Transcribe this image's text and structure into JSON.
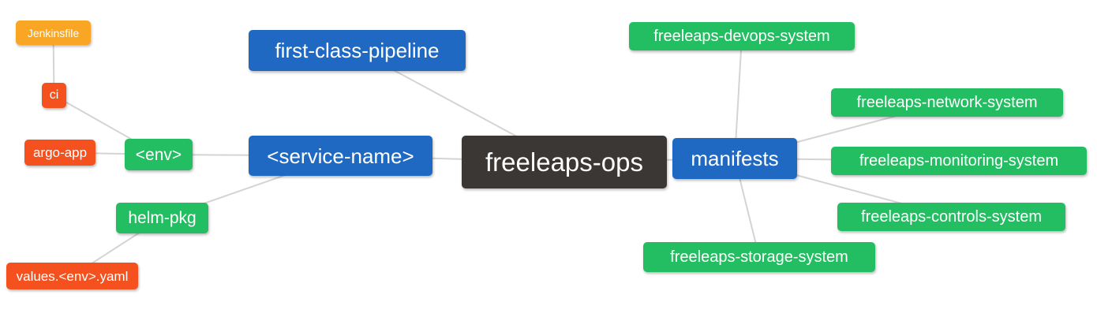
{
  "diagram": {
    "type": "mindmap",
    "palette": {
      "background": "#ffffff",
      "root_bg": "#3b3734",
      "branch_bg": "#1f69c3",
      "green_bg": "#23be62",
      "red_bg": "#f4511e",
      "amber_bg": "#f8a624",
      "text": "#ffffff",
      "edge": "#d4d4d4"
    },
    "root_label": "freeleaps-ops",
    "nodes": {
      "freeleaps_ops": {
        "label": "freeleaps-ops",
        "level": 0,
        "color": "#3b3734"
      },
      "first_class_pipeline": {
        "label": "first-class-pipeline",
        "level": 1,
        "color": "#1f69c3"
      },
      "service_name": {
        "label": "<service-name>",
        "level": 1,
        "color": "#1f69c3"
      },
      "manifests": {
        "label": "manifests",
        "level": 1,
        "color": "#1f69c3"
      },
      "env": {
        "label": "<env>",
        "level": 2,
        "color": "#23be62"
      },
      "helm_pkg": {
        "label": "helm-pkg",
        "level": 2,
        "color": "#23be62"
      },
      "ci": {
        "label": "ci",
        "level": 3,
        "color": "#f4511e"
      },
      "argo_app": {
        "label": "argo-app",
        "level": 3,
        "color": "#f4511e"
      },
      "jenkinsfile": {
        "label": "Jenkinsfile",
        "level": 4,
        "color": "#f8a624"
      },
      "values_env_yaml": {
        "label": "values.<env>.yaml",
        "level": 3,
        "color": "#f4511e"
      },
      "devops_system": {
        "label": "freeleaps-devops-system",
        "level": 2,
        "color": "#23be62"
      },
      "network_system": {
        "label": "freeleaps-network-system",
        "level": 2,
        "color": "#23be62"
      },
      "monitoring_system": {
        "label": "freeleaps-monitoring-system",
        "level": 2,
        "color": "#23be62"
      },
      "controls_system": {
        "label": "freeleaps-controls-system",
        "level": 2,
        "color": "#23be62"
      },
      "storage_system": {
        "label": "freeleaps-storage-system",
        "level": 2,
        "color": "#23be62"
      }
    },
    "edges": [
      [
        "freeleaps_ops",
        "first_class_pipeline"
      ],
      [
        "freeleaps_ops",
        "service_name"
      ],
      [
        "freeleaps_ops",
        "manifests"
      ],
      [
        "service_name",
        "env"
      ],
      [
        "service_name",
        "helm_pkg"
      ],
      [
        "env",
        "ci"
      ],
      [
        "env",
        "argo_app"
      ],
      [
        "ci",
        "jenkinsfile"
      ],
      [
        "helm_pkg",
        "values_env_yaml"
      ],
      [
        "manifests",
        "devops_system"
      ],
      [
        "manifests",
        "network_system"
      ],
      [
        "manifests",
        "monitoring_system"
      ],
      [
        "manifests",
        "controls_system"
      ],
      [
        "manifests",
        "storage_system"
      ]
    ]
  }
}
